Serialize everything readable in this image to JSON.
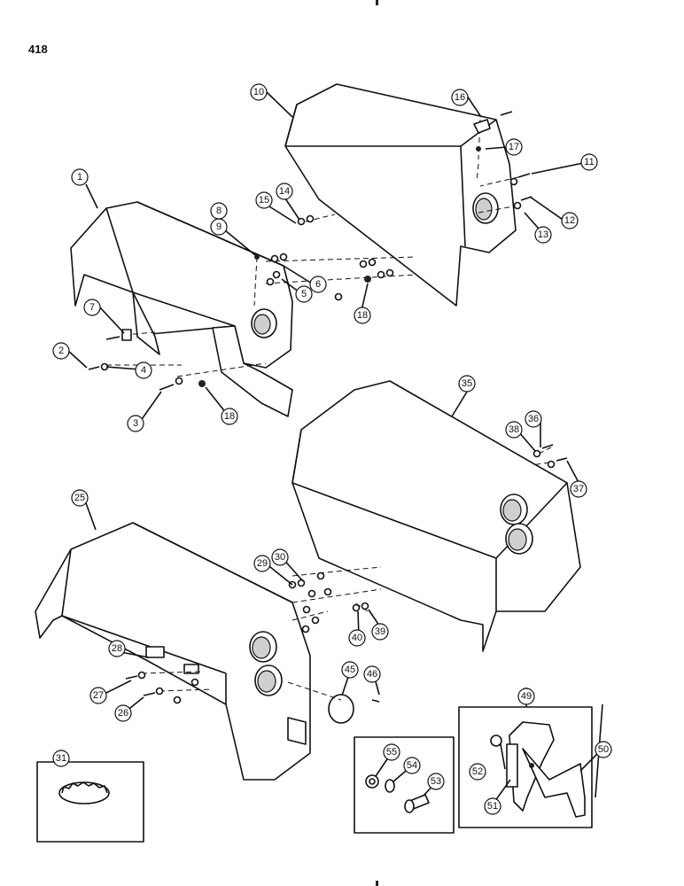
{
  "page_number": "418",
  "callouts": [
    "1",
    "2",
    "3",
    "4",
    "5",
    "6",
    "7",
    "8",
    "9",
    "10",
    "11",
    "12",
    "13",
    "14",
    "15",
    "16",
    "17",
    "18",
    "18",
    "25",
    "26",
    "27",
    "28",
    "29",
    "30",
    "31",
    "35",
    "36",
    "37",
    "38",
    "39",
    "40",
    "45",
    "46",
    "49",
    "50",
    "51",
    "52",
    "53",
    "54",
    "55"
  ]
}
